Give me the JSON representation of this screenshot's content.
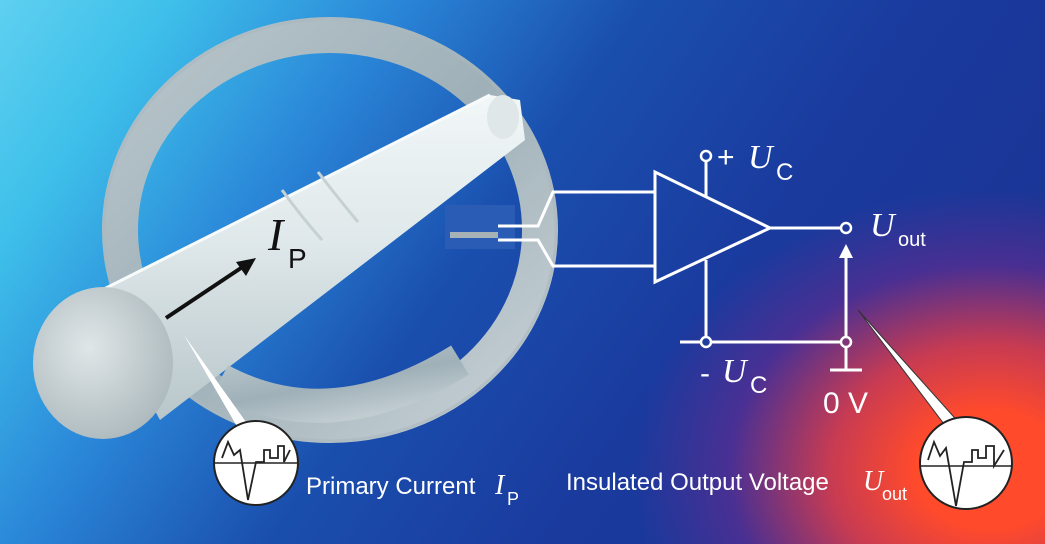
{
  "current_symbol": {
    "main": "I",
    "sub": "P"
  },
  "supply_pos": {
    "sign": "+",
    "main": "U",
    "sub": "C"
  },
  "supply_neg": {
    "sign": "-",
    "main": "U",
    "sub": "C"
  },
  "output_symbol": {
    "main": "U",
    "sub": "out"
  },
  "ground_label": "0 V",
  "caption_primary": {
    "text": "Primary Current ",
    "main": "I",
    "sub": "P"
  },
  "caption_output": {
    "text": "Insulated Output Voltage ",
    "main": "U",
    "sub": "out"
  }
}
